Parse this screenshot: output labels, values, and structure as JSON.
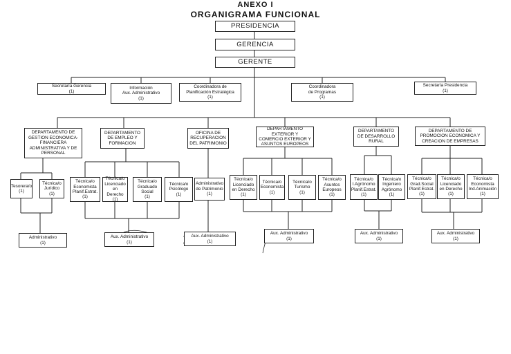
{
  "header": {
    "annex": "ANEXO I",
    "title": "ORGANIGRAMA FUNCIONAL"
  },
  "top": {
    "presidencia": "PRESIDENCIA",
    "gerencia": "GERENCIA",
    "gerente": "GERENTE"
  },
  "staff": {
    "s1": "Secretaría Gerencia\n(1)",
    "s2": "Información\nAux. Administrativo\n(1)",
    "s3": "Coordinadora de\nPlanificación Estratégica\n(1)",
    "s4": "Coordinadora\nde Programas\n(1)",
    "s5": "Secretaría Presidencia\n(1)"
  },
  "departments": {
    "d1": "DEPARTAMENTO DE\nGESTION ECONOMICA-\nFINANCIERA\nADMINISTRATIVA Y DE\nPERSONAL",
    "d2": "DEPARTAMENTO\nDE EMPLEO Y\nFORMACION",
    "d3": "OFICINA DE\nRECUPERACION\nDEL PATRIMONIO",
    "d4": "DEPARTAMENTO EXTERIOR Y\nCOMERCIO EXTERIOR Y\nASUNTOS EUROPEOS",
    "d5": "DEPARTAMENTO\nDE DESARROLLO\nRURAL",
    "d6": "DEPARTAMENTO DE\nPROMOCION ECONOMICA Y\nCREACION DE EMPRESAS"
  },
  "staff_level2": {
    "d1a": "Tesorera/o\n(1)",
    "d1b": "Técnica/o\nJurídico\n(1)",
    "d2a": "Técnica/o\nEconomista\nPlanif.Estrat.\n(1)",
    "d2b": "Técnica/o\nLicenciado\nen Derecho\n(1)",
    "d2c": "Técnica/o\nGraduado\nSocial\n(1)",
    "d2d": "Técnica/o\nPsicólogo\n(1)",
    "d3a": "Administrativo\nde Patrimonio\n(1)",
    "d4a": "Técnica/o\nLicenciado\nen Derecho\n(1)",
    "d4b": "Técnica/o\nEconomista\n(1)",
    "d4c": "Técnica/o\nTurismo\n(1)",
    "d4d": "Técnica/o\nAsuntos\nEuropeos\n(1)",
    "d5a": "Técnica/o\nI.Agrónomo\nPlanif.Estrat.\n(1)",
    "d5b": "Técnica/o\nIngeniero\nAgrónomo\n(1)",
    "d6a": "Técnica/o\nGrad.Social\nPlanif.Estrat.\n(1)",
    "d6b": "Técnica/o\nLicenciado\nen Derecho\n(1)",
    "d6c": "Técnica/o\nEconomista\nInd.Animación\n(1)"
  },
  "admin_level": {
    "a1": "Administrativo\n(1)",
    "a2": "Aux. Administrativo\n(1)",
    "a3": "Aux. Administrativo\n(1)",
    "a4": "Aux. Administrativo\n(1)",
    "a5": "Aux. Administrativo\n(1)",
    "a6": "Aux. Administrativo\n(1)"
  }
}
